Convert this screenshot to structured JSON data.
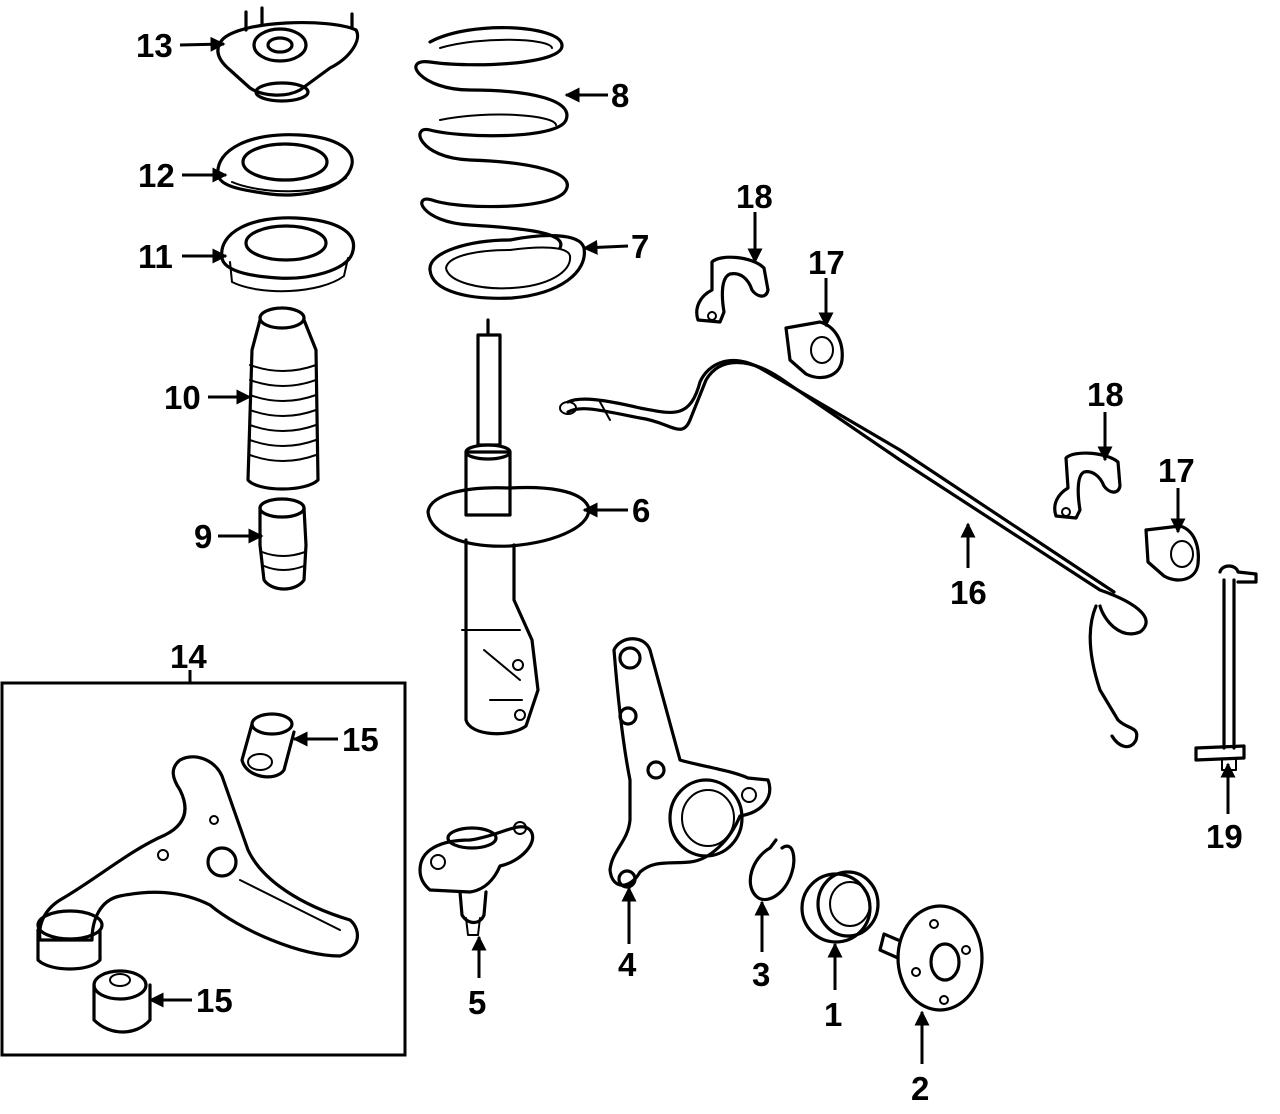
{
  "callouts": [
    {
      "id": "1",
      "label": "1"
    },
    {
      "id": "2",
      "label": "2"
    },
    {
      "id": "3",
      "label": "3"
    },
    {
      "id": "4",
      "label": "4"
    },
    {
      "id": "5",
      "label": "5"
    },
    {
      "id": "6",
      "label": "6"
    },
    {
      "id": "7",
      "label": "7"
    },
    {
      "id": "8",
      "label": "8"
    },
    {
      "id": "9",
      "label": "9"
    },
    {
      "id": "10",
      "label": "10"
    },
    {
      "id": "11",
      "label": "11"
    },
    {
      "id": "12",
      "label": "12"
    },
    {
      "id": "13",
      "label": "13"
    },
    {
      "id": "14",
      "label": "14"
    },
    {
      "id": "15a",
      "label": "15"
    },
    {
      "id": "15b",
      "label": "15"
    },
    {
      "id": "16",
      "label": "16"
    },
    {
      "id": "17a",
      "label": "17"
    },
    {
      "id": "17b",
      "label": "17"
    },
    {
      "id": "18a",
      "label": "18"
    },
    {
      "id": "18b",
      "label": "18"
    },
    {
      "id": "19",
      "label": "19"
    }
  ]
}
